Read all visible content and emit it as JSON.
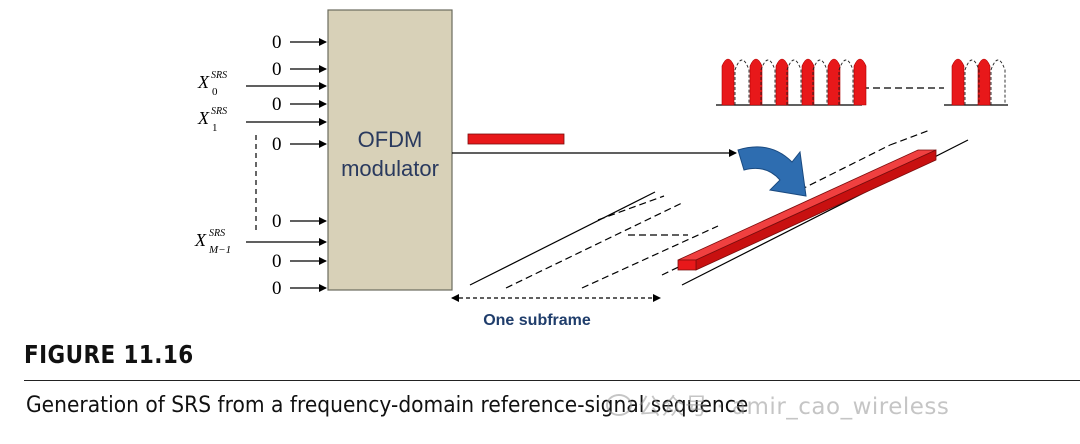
{
  "diagram": {
    "modulator_label_line1": "OFDM",
    "modulator_label_line2": "modulator",
    "zero_label": "0",
    "x_symbol": "X",
    "srs_superscript": "SRS",
    "subscript_0": "0",
    "subscript_1": "1",
    "subscript_m1": "M−1",
    "subframe_label": "One subframe",
    "colors": {
      "modulator_fill": "#d8d1b8",
      "srs_red": "#e8181a",
      "rotate_arrow_blue": "#2e6db0",
      "subframe_label": "#1f3d6b"
    }
  },
  "figure": {
    "label": "FIGURE 11.16",
    "caption": "Generation of SRS from a frequency-domain reference-signal sequence"
  },
  "watermark": {
    "text": "公众号 · amir_cao_wireless",
    "icon": "chat-bubble-icon"
  }
}
